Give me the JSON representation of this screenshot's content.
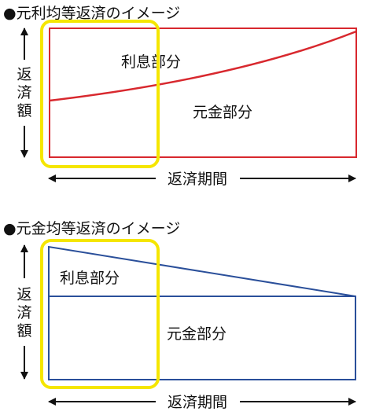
{
  "diagram1": {
    "title": "●元利均等返済のイメージ",
    "y_label": [
      "返",
      "済",
      "額"
    ],
    "x_label": "返済期間",
    "interest_label": "利息部分",
    "principal_label": "元金部分",
    "line_color": "#d8282e"
  },
  "diagram2": {
    "title": "●元金均等返済のイメージ",
    "y_label": [
      "返",
      "済",
      "額"
    ],
    "x_label": "返済期間",
    "interest_label": "利息部分",
    "principal_label": "元金部分",
    "line_color": "#2a4f9a"
  },
  "highlight_color": "#f5e600"
}
